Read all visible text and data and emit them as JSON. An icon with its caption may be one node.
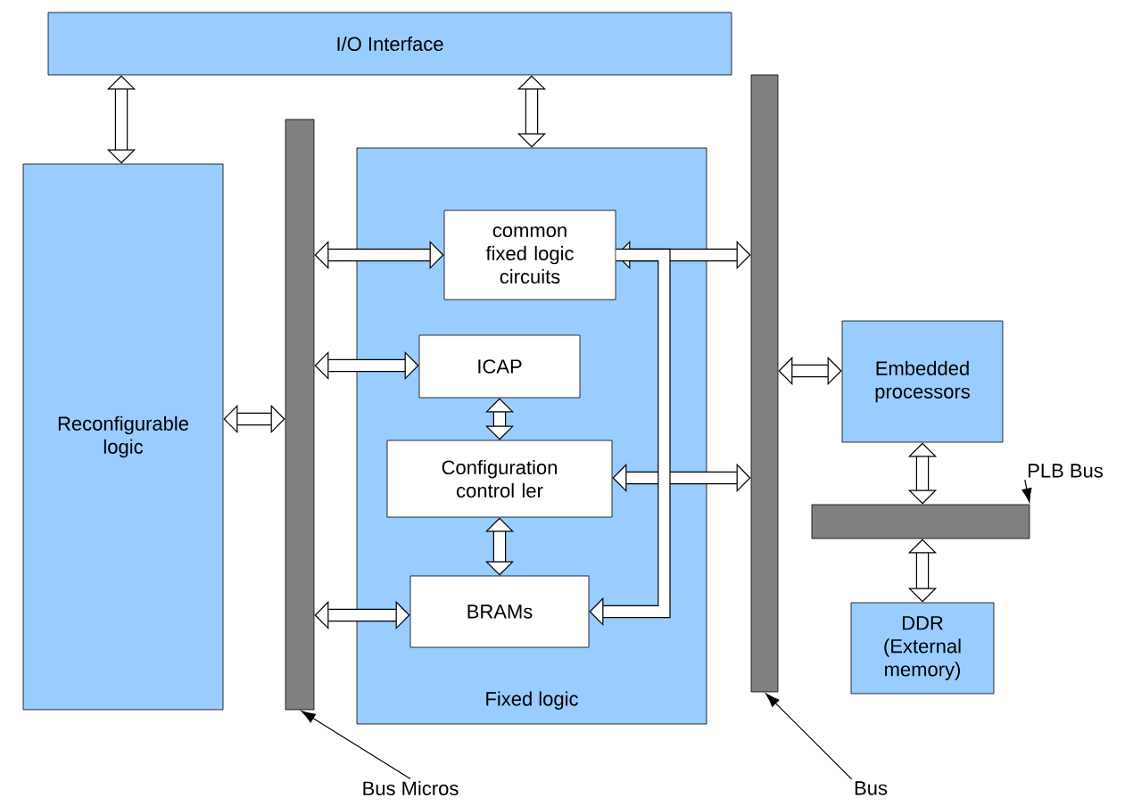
{
  "diagram": {
    "nodes": [
      {
        "text": [
          "I/O Interface"
        ]
      },
      {
        "text": [
          "Reconfigurable logic"
        ]
      },
      {
        "text": [],
        "shape": "bar"
      },
      {
        "text": [
          "Fixed logic"
        ]
      },
      {
        "text": [
          "common fixed logic circuits"
        ],
        "in": 3
      },
      {
        "text": [
          "ICAP"
        ],
        "in": 3
      },
      {
        "text": [
          "Configuration control ler"
        ],
        "in": 3
      },
      {
        "text": [
          "BRAMs"
        ],
        "in": 3
      },
      {
        "text": [],
        "shape": "bar"
      },
      {
        "text": [
          "Embedded processors"
        ]
      },
      {
        "text": [],
        "shape": "bar"
      },
      {
        "text": [
          "DDR (External memory)"
        ]
      },
      {
        "text": [
          "Bus Micros"
        ]
      },
      {
        "text": [
          "Bus"
        ]
      },
      {
        "text": [
          "PLB Bus"
        ]
      }
    ],
    "edges": [
      {
        "from": 0,
        "to": 1,
        "arrow": "both"
      },
      {
        "from": 0,
        "to": 3,
        "arrow": "both"
      },
      {
        "from": 1,
        "to": 2,
        "arrow": "both"
      },
      {
        "from": 2,
        "to": 4,
        "arrow": "both"
      },
      {
        "from": 2,
        "to": 5,
        "arrow": "both"
      },
      {
        "from": 2,
        "to": 7,
        "arrow": "both"
      },
      {
        "from": 4,
        "to": 8,
        "arrow": "both"
      },
      {
        "from": 6,
        "to": 8,
        "arrow": "both"
      },
      {
        "from": 5,
        "to": 6,
        "arrow": "both"
      },
      {
        "from": 6,
        "to": 7,
        "arrow": "both"
      },
      {
        "from": 8,
        "to": 9,
        "arrow": "both"
      },
      {
        "from": 9,
        "to": 10,
        "arrow": "both"
      },
      {
        "from": 10,
        "to": 11,
        "arrow": "both"
      },
      {
        "from": 4,
        "to": 7,
        "arrow": "to"
      },
      {
        "from": 12,
        "to": 2,
        "arrow": "to"
      },
      {
        "from": 13,
        "to": 8,
        "arrow": "to"
      },
      {
        "from": 14,
        "to": 10,
        "arrow": "to"
      }
    ]
  }
}
